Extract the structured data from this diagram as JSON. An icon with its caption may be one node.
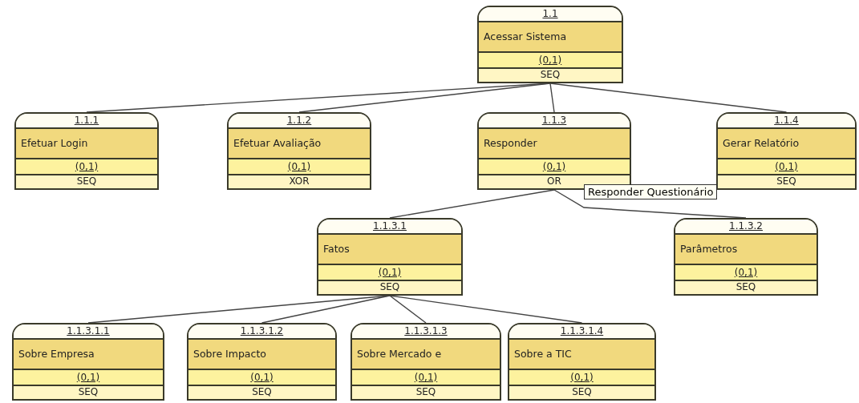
{
  "diagram": {
    "nodes": [
      {
        "text": [
          "1.1",
          "Acessar Sistema",
          "(0,1)",
          "SEQ"
        ]
      },
      {
        "text": [
          "1.1.1",
          "Efetuar Login",
          "(0,1)",
          "SEQ"
        ]
      },
      {
        "text": [
          "1.1.2",
          "Efetuar Avaliação",
          "(0,1)",
          "XOR"
        ]
      },
      {
        "text": [
          "1.1.3",
          "Responder",
          "(0,1)",
          "OR"
        ]
      },
      {
        "text": [
          "1.1.4",
          "Gerar Relatório",
          "(0,1)",
          "SEQ"
        ]
      },
      {
        "text": [
          "1.1.3.1",
          "Fatos",
          "(0,1)",
          "SEQ"
        ]
      },
      {
        "text": [
          "1.1.3.2",
          "Parâmetros",
          "(0,1)",
          "SEQ"
        ]
      },
      {
        "text": [
          "1.1.3.1.1",
          "Sobre Empresa",
          "(0,1)",
          "SEQ"
        ]
      },
      {
        "text": [
          "1.1.3.1.2",
          "Sobre Impacto",
          "(0,1)",
          "SEQ"
        ]
      },
      {
        "text": [
          "1.1.3.1.3",
          "Sobre Mercado e",
          "(0,1)",
          "SEQ"
        ]
      },
      {
        "text": [
          "1.1.3.1.4",
          "Sobre a TIC",
          "(0,1)",
          "SEQ"
        ]
      },
      {
        "text": [
          "Responder Questionário"
        ]
      }
    ],
    "edges": [
      {
        "from": 0,
        "to": 1,
        "arrow": "none"
      },
      {
        "from": 0,
        "to": 2,
        "arrow": "none"
      },
      {
        "from": 0,
        "to": 3,
        "arrow": "none"
      },
      {
        "from": 0,
        "to": 4,
        "arrow": "none"
      },
      {
        "from": 3,
        "to": 5,
        "arrow": "none"
      },
      {
        "from": 3,
        "to": 6,
        "arrow": "none"
      },
      {
        "from": 5,
        "to": 7,
        "arrow": "none"
      },
      {
        "from": 5,
        "to": 8,
        "arrow": "none"
      },
      {
        "from": 5,
        "to": 9,
        "arrow": "none"
      },
      {
        "from": 5,
        "to": 10,
        "arrow": "none"
      }
    ]
  }
}
